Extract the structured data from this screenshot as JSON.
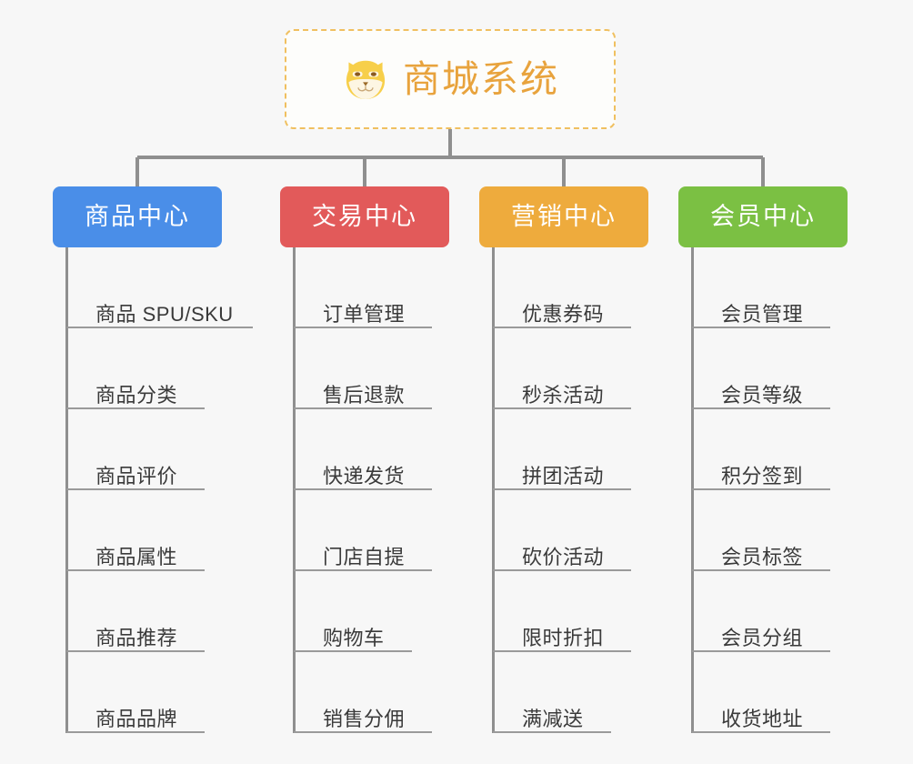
{
  "page": {
    "background_color": "#f7f7f7",
    "title": "商城系统"
  },
  "root": {
    "label": "商城系统",
    "icon": "shiba-dog-face-icon",
    "text_color": "#e8a33d",
    "border_color": "#f0c060",
    "fill_color": "#fdfdfb"
  },
  "connector_color": "#8f8f8f",
  "columns": [
    {
      "label": "商品中心",
      "color": "#4a8ee8",
      "items": [
        {
          "label": "商品 SPU/SKU",
          "rule_width": 205
        },
        {
          "label": "商品分类",
          "rule_width": 152
        },
        {
          "label": "商品评价",
          "rule_width": 152
        },
        {
          "label": "商品属性",
          "rule_width": 152
        },
        {
          "label": "商品推荐",
          "rule_width": 152
        },
        {
          "label": "商品品牌",
          "rule_width": 152
        }
      ]
    },
    {
      "label": "交易中心",
      "color": "#e25a5a",
      "items": [
        {
          "label": "订单管理",
          "rule_width": 152
        },
        {
          "label": "售后退款",
          "rule_width": 152
        },
        {
          "label": "快递发货",
          "rule_width": 152
        },
        {
          "label": "门店自提",
          "rule_width": 152
        },
        {
          "label": "购物车",
          "rule_width": 130
        },
        {
          "label": "销售分佣",
          "rule_width": 152
        }
      ]
    },
    {
      "label": "营销中心",
      "color": "#eeab3d",
      "items": [
        {
          "label": "优惠券码",
          "rule_width": 152
        },
        {
          "label": "秒杀活动",
          "rule_width": 152
        },
        {
          "label": "拼团活动",
          "rule_width": 152
        },
        {
          "label": "砍价活动",
          "rule_width": 152
        },
        {
          "label": "限时折扣",
          "rule_width": 152
        },
        {
          "label": "满减送",
          "rule_width": 130
        }
      ]
    },
    {
      "label": "会员中心",
      "color": "#7bc043",
      "items": [
        {
          "label": "会员管理",
          "rule_width": 152
        },
        {
          "label": "会员等级",
          "rule_width": 152
        },
        {
          "label": "积分签到",
          "rule_width": 152
        },
        {
          "label": "会员标签",
          "rule_width": 152
        },
        {
          "label": "会员分组",
          "rule_width": 152
        },
        {
          "label": "收货地址",
          "rule_width": 152
        }
      ]
    }
  ]
}
